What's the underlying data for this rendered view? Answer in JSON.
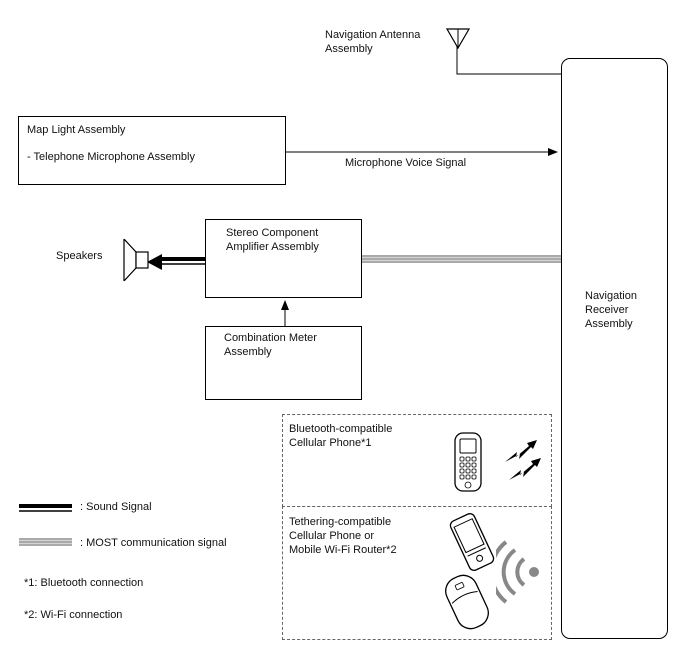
{
  "components": {
    "nav_antenna": "Navigation Antenna\nAssembly",
    "map_light": "Map Light Assembly",
    "telephone_mic": "- Telephone Microphone Assembly",
    "amplifier": "Stereo Component\nAmplifier Assembly",
    "speakers": "Speakers",
    "combination_meter": "Combination Meter\nAssembly",
    "nav_receiver": "Navigation\nReceiver\nAssembly",
    "bluetooth_phone": "Bluetooth-compatible\nCellular Phone*1",
    "tethering_device": "Tethering-compatible\nCellular Phone or\nMobile Wi-Fi Router*2"
  },
  "signals": {
    "microphone_voice": "Microphone Voice Signal"
  },
  "legend": {
    "sound_signal": ": Sound Signal",
    "most_signal": ": MOST communication signal"
  },
  "notes": {
    "note1": "*1: Bluetooth connection",
    "note2": "*2: Wi-Fi connection"
  }
}
